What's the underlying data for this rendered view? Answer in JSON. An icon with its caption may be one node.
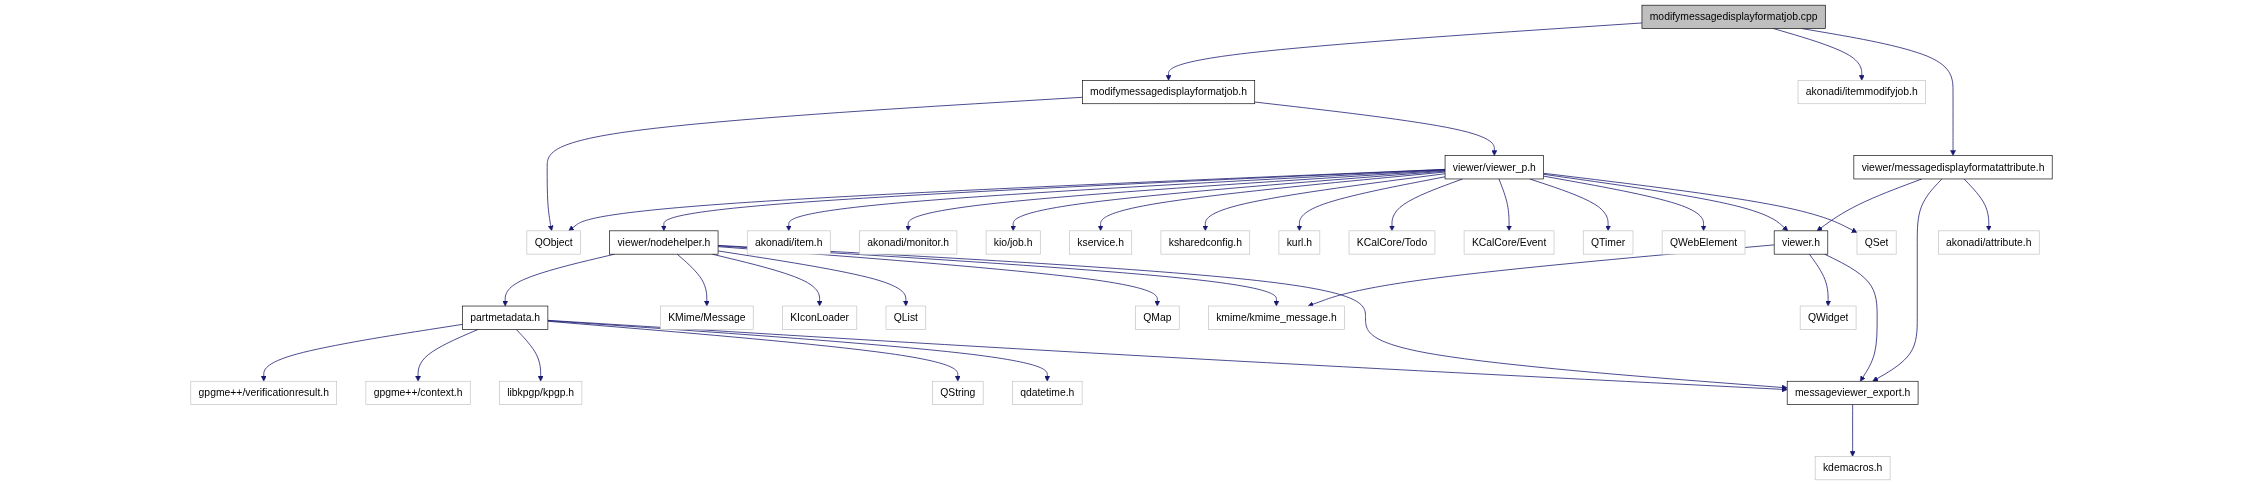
{
  "diagram": {
    "nodes": [
      {
        "text": [
          "modifymessagedisplayformatjob.cpp"
        ]
      },
      {
        "text": [
          "modifymessagedisplayformatjob.h"
        ]
      },
      {
        "text": [
          "akonadi/itemmodifyjob.h"
        ]
      },
      {
        "text": [
          "viewer/messagedisplayformatattribute.h"
        ]
      },
      {
        "text": [
          "QObject"
        ]
      },
      {
        "text": [
          "viewer/viewer_p.h"
        ]
      },
      {
        "text": [
          "viewer/nodehelper.h"
        ]
      },
      {
        "text": [
          "akonadi/item.h"
        ]
      },
      {
        "text": [
          "akonadi/monitor.h"
        ]
      },
      {
        "text": [
          "kio/job.h"
        ]
      },
      {
        "text": [
          "kservice.h"
        ]
      },
      {
        "text": [
          "ksharedconfig.h"
        ]
      },
      {
        "text": [
          "kurl.h"
        ]
      },
      {
        "text": [
          "KCalCore/Todo"
        ]
      },
      {
        "text": [
          "KCalCore/Event"
        ]
      },
      {
        "text": [
          "QTimer"
        ]
      },
      {
        "text": [
          "QWebElement"
        ]
      },
      {
        "text": [
          "viewer.h"
        ]
      },
      {
        "text": [
          "akonadi/attribute.h"
        ]
      },
      {
        "text": [
          "partmetadata.h"
        ]
      },
      {
        "text": [
          "KMime/Message"
        ]
      },
      {
        "text": [
          "KIconLoader"
        ]
      },
      {
        "text": [
          "QList"
        ]
      },
      {
        "text": [
          "QMap"
        ]
      },
      {
        "text": [
          "QSet"
        ]
      },
      {
        "text": [
          "kmime/kmime_message.h"
        ]
      },
      {
        "text": [
          "QWidget"
        ]
      },
      {
        "text": [
          "gpgme++/verificationresult.h"
        ]
      },
      {
        "text": [
          "gpgme++/context.h"
        ]
      },
      {
        "text": [
          "libkpgp/kpgp.h"
        ]
      },
      {
        "text": [
          "QString"
        ]
      },
      {
        "text": [
          "qdatetime.h"
        ]
      },
      {
        "text": [
          "messageviewer_export.h"
        ]
      },
      {
        "text": [
          "kdemacros.h"
        ]
      }
    ],
    "edges": [
      {
        "from": 0,
        "to": 1,
        "arrow": "to"
      },
      {
        "from": 0,
        "to": 2,
        "arrow": "to"
      },
      {
        "from": 0,
        "to": 3,
        "arrow": "to"
      },
      {
        "from": 1,
        "to": 4,
        "arrow": "to"
      },
      {
        "from": 1,
        "to": 5,
        "arrow": "to"
      },
      {
        "from": 5,
        "to": 4,
        "arrow": "to"
      },
      {
        "from": 5,
        "to": 6,
        "arrow": "to"
      },
      {
        "from": 5,
        "to": 7,
        "arrow": "to"
      },
      {
        "from": 5,
        "to": 8,
        "arrow": "to"
      },
      {
        "from": 5,
        "to": 9,
        "arrow": "to"
      },
      {
        "from": 5,
        "to": 10,
        "arrow": "to"
      },
      {
        "from": 5,
        "to": 11,
        "arrow": "to"
      },
      {
        "from": 5,
        "to": 12,
        "arrow": "to"
      },
      {
        "from": 5,
        "to": 13,
        "arrow": "to"
      },
      {
        "from": 5,
        "to": 14,
        "arrow": "to"
      },
      {
        "from": 5,
        "to": 15,
        "arrow": "to"
      },
      {
        "from": 5,
        "to": 16,
        "arrow": "to"
      },
      {
        "from": 5,
        "to": 17,
        "arrow": "to"
      },
      {
        "from": 5,
        "to": 24,
        "arrow": "to"
      },
      {
        "from": 3,
        "to": 17,
        "arrow": "to"
      },
      {
        "from": 3,
        "to": 32,
        "arrow": "to"
      },
      {
        "from": 3,
        "to": 18,
        "arrow": "to"
      },
      {
        "from": 6,
        "to": 19,
        "arrow": "to"
      },
      {
        "from": 6,
        "to": 20,
        "arrow": "to"
      },
      {
        "from": 6,
        "to": 21,
        "arrow": "to"
      },
      {
        "from": 6,
        "to": 22,
        "arrow": "to"
      },
      {
        "from": 6,
        "to": 23,
        "arrow": "to"
      },
      {
        "from": 6,
        "to": 25,
        "arrow": "to"
      },
      {
        "from": 6,
        "to": 32,
        "arrow": "to"
      },
      {
        "from": 17,
        "to": 25,
        "arrow": "to"
      },
      {
        "from": 17,
        "to": 26,
        "arrow": "to"
      },
      {
        "from": 17,
        "to": 32,
        "arrow": "to"
      },
      {
        "from": 19,
        "to": 27,
        "arrow": "to"
      },
      {
        "from": 19,
        "to": 28,
        "arrow": "to"
      },
      {
        "from": 19,
        "to": 29,
        "arrow": "to"
      },
      {
        "from": 19,
        "to": 30,
        "arrow": "to"
      },
      {
        "from": 19,
        "to": 31,
        "arrow": "to"
      },
      {
        "from": 19,
        "to": 32,
        "arrow": "to"
      },
      {
        "from": 32,
        "to": 33,
        "arrow": "to"
      }
    ]
  }
}
